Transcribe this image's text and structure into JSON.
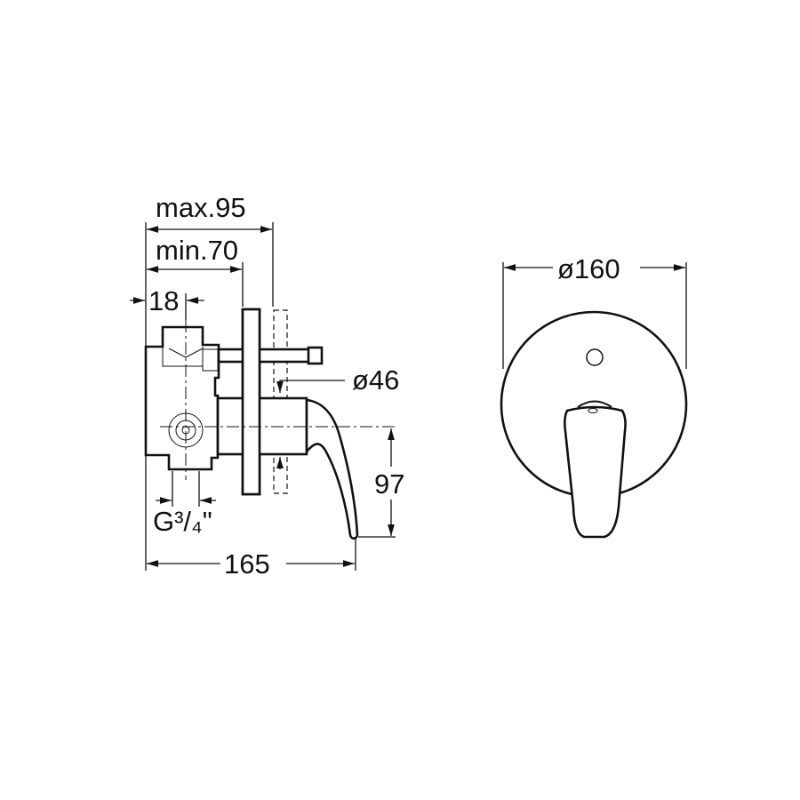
{
  "drawing": {
    "side_view": {
      "dim_max": "max.95",
      "dim_min": "min.70",
      "dim_18": "18",
      "dim_diameter_46": "ø46",
      "dim_height": "97",
      "dim_length": "165",
      "thread": "G³/₄\""
    },
    "front_view": {
      "dim_diameter_160": "ø160"
    },
    "line_color": "#111111"
  }
}
